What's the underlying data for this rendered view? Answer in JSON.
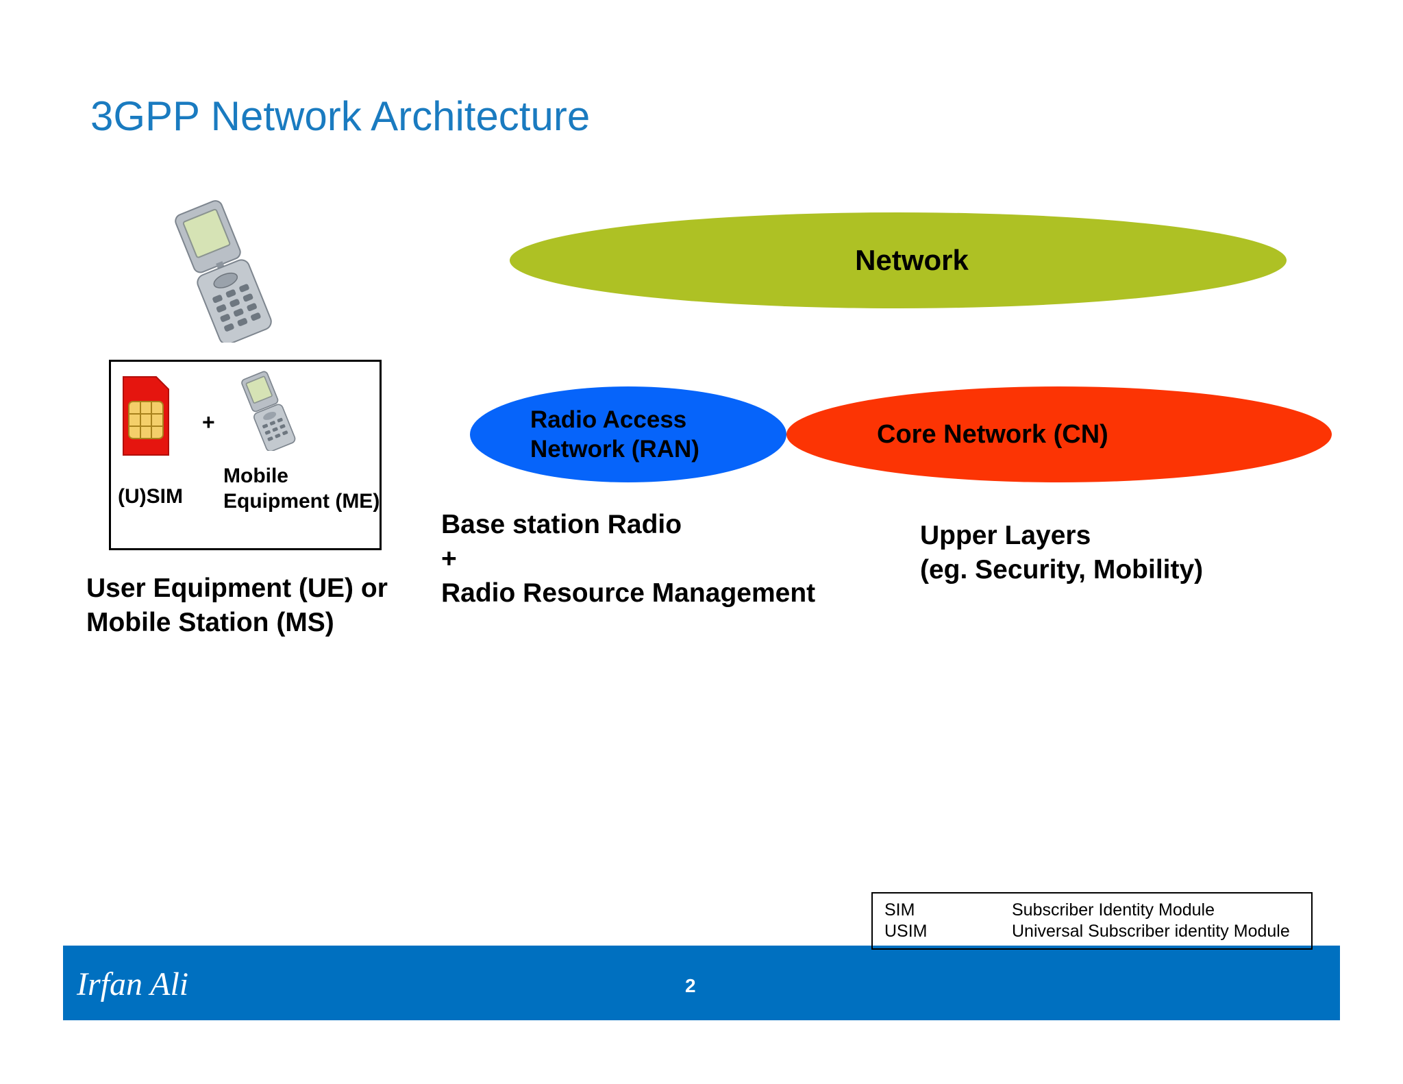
{
  "slide": {
    "title": "3GPP Network Architecture",
    "network_label": "Network",
    "ran_label_line1": "Radio Access",
    "ran_label_line2": "Network (RAN)",
    "cn_label": "Core Network (CN)",
    "ue": {
      "usim_label": "(U)SIM",
      "plus": "+",
      "me_line1": "Mobile",
      "me_line2": "Equipment (ME)",
      "caption_line1": "User Equipment (UE) or",
      "caption_line2": "Mobile Station (MS)"
    },
    "ran_caption": {
      "line1": "Base station Radio",
      "line2": "+",
      "line3": "Radio Resource Management"
    },
    "cn_caption": {
      "line1": "Upper Layers",
      "line2": "(eg. Security, Mobility)"
    },
    "legend": [
      {
        "abbr": "SIM",
        "meaning": "Subscriber Identity Module"
      },
      {
        "abbr": "USIM",
        "meaning": "Universal Subscriber identity Module"
      }
    ],
    "footer": {
      "author": "Irfan Ali",
      "page_number": "2"
    },
    "colors": {
      "title": "#1a7bc0",
      "network": "#aec124",
      "ran": "#0664fa",
      "cn": "#fc3404",
      "footer": "#0070c0",
      "sim_card": "#e5150f"
    },
    "icons": [
      "flip-phone-icon",
      "sim-card-icon"
    ]
  }
}
